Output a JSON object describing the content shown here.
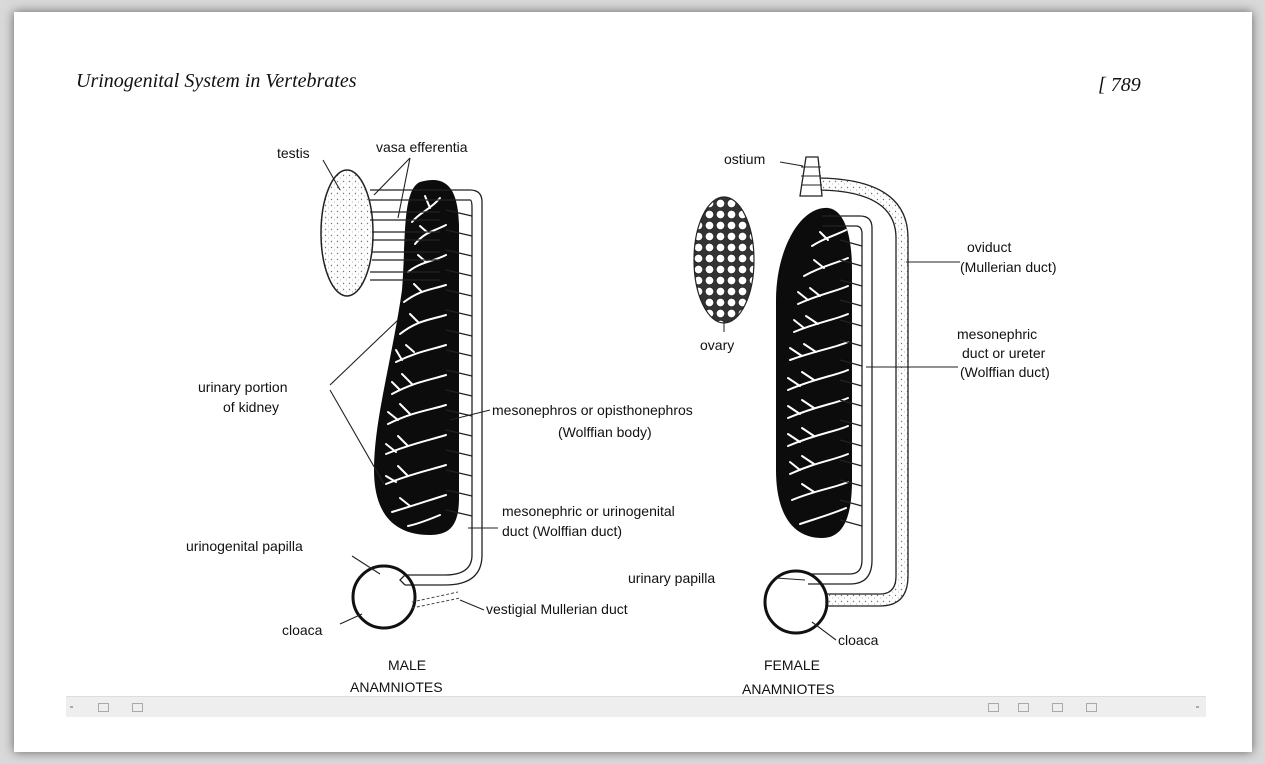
{
  "header": {
    "title": "Urinogenital System in Vertebrates",
    "page": "[ 789"
  },
  "male": {
    "labels": {
      "testis": "testis",
      "vasa": "vasa efferentia",
      "urinary1": "urinary portion",
      "urinary2": "of kidney",
      "meso1": "mesonephros or opisthonephros",
      "meso2": "(Wolffian body)",
      "duct1": "mesonephric or urinogenital",
      "duct2": "duct (Wolffian duct)",
      "papilla": "urinogenital papilla",
      "cloaca": "cloaca",
      "vestigial": "vestigial Mullerian duct",
      "caption1": "MALE",
      "caption2": "ANAMNIOTES"
    }
  },
  "female": {
    "labels": {
      "ostium": "ostium",
      "ovary": "ovary",
      "oviduct1": "oviduct",
      "oviduct2": "(Mullerian duct)",
      "meso1": "mesonephric",
      "meso2": "duct or ureter",
      "meso3": "(Wolffian duct)",
      "papilla": "urinary papilla",
      "cloaca": "cloaca",
      "caption1": "FEMALE",
      "caption2": "ANAMNIOTES"
    }
  },
  "toolbar": {
    "present": true
  }
}
